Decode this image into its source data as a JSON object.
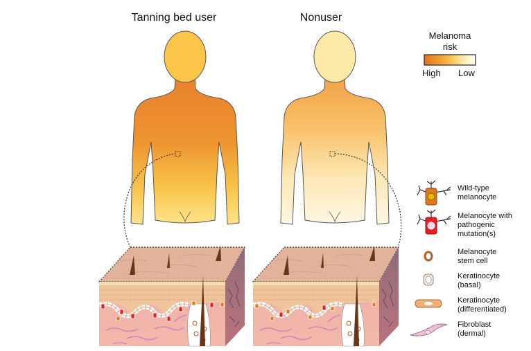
{
  "panels": [
    {
      "title": "Tanning bed user"
    },
    {
      "title": "Nonuser"
    }
  ],
  "risk_legend": {
    "title_line1": "Melanoma",
    "title_line2": "risk",
    "high_label": "High",
    "low_label": "Low",
    "high_color": "#e2711d",
    "low_color": "#ffffff"
  },
  "cell_legend": [
    {
      "label_line1": "Wild-type",
      "label_line2": "melanocyte",
      "label_line3": ""
    },
    {
      "label_line1": "Melanocyte with",
      "label_line2": "pathogenic",
      "label_line3": "mutation(s)"
    },
    {
      "label_line1": "Melanocyte",
      "label_line2": "stem cell",
      "label_line3": ""
    },
    {
      "label_line1": "Keratinocyte",
      "label_line2": "(basal)",
      "label_line3": ""
    },
    {
      "label_line1": "Keratinocyte",
      "label_line2": "(differentiated)",
      "label_line3": ""
    },
    {
      "label_line1": "Fibroblast",
      "label_line2": "(dermal)",
      "label_line3": ""
    }
  ]
}
